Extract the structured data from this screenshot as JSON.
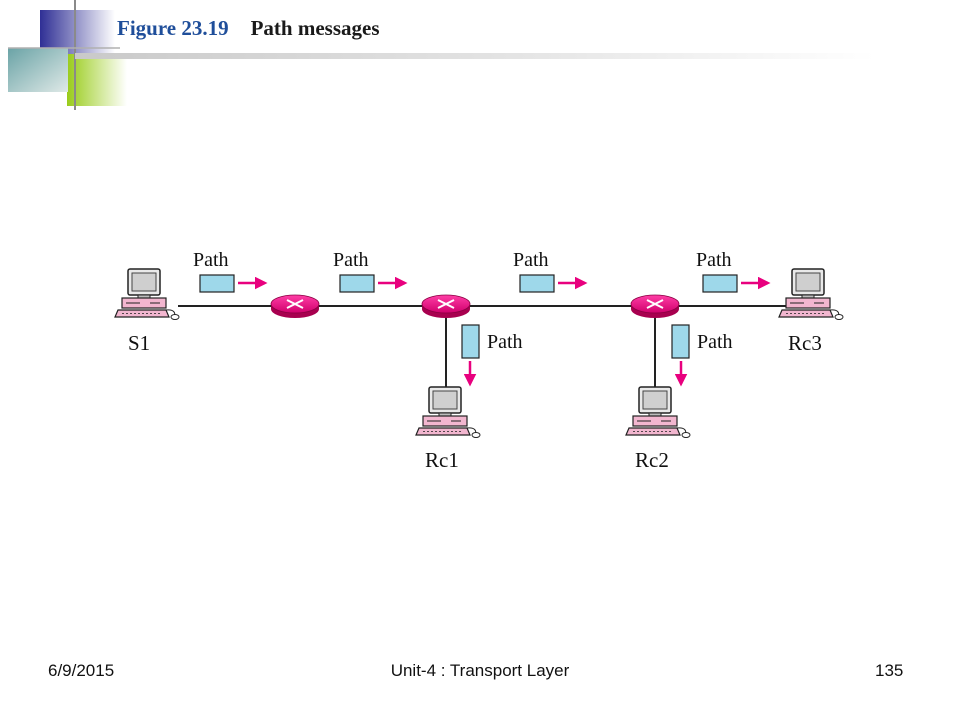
{
  "slide": {
    "figure_label": "Figure 23.19",
    "figure_title": "Path messages",
    "date": "6/9/2015",
    "course": "Unit-4 : Transport Layer",
    "page_number": "135"
  },
  "diagram": {
    "message_label": "Path",
    "hosts": {
      "s1": "S1",
      "rc1": "Rc1",
      "rc2": "Rc2",
      "rc3": "Rc3"
    }
  },
  "colors": {
    "accent_blue": "#2f2f95",
    "accent_green": "#99cc1a",
    "router": "#e8007e",
    "arrow": "#e8007e",
    "packet": "#9ed8ea",
    "monitor_screen": "#dcdcdc",
    "keyboard": "#f2b6cf"
  }
}
